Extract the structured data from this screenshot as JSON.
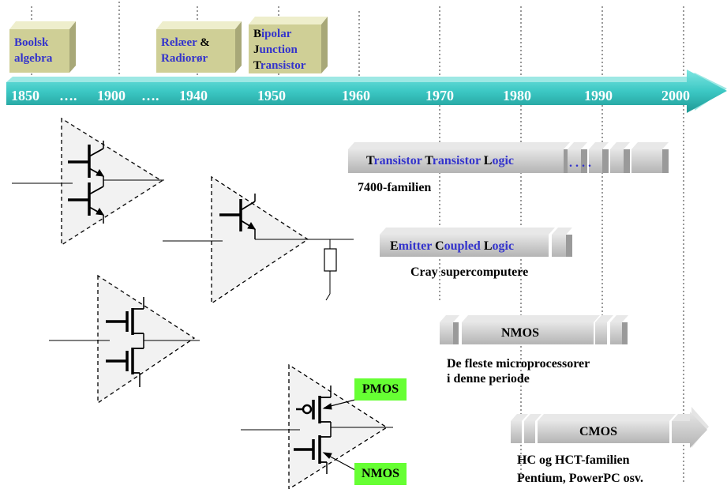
{
  "eras": [
    {
      "id": "boolean",
      "lines": [
        [
          [
            "Boolsk",
            "b"
          ]
        ],
        [
          [
            "algebra",
            "b"
          ]
        ]
      ]
    },
    {
      "id": "relay",
      "lines": [
        [
          [
            "Relæer",
            "b"
          ],
          [
            " &",
            "k"
          ]
        ],
        [
          [
            "Radiorør",
            "b"
          ]
        ]
      ]
    },
    {
      "id": "bjt",
      "lines": [
        [
          [
            "B",
            "k"
          ],
          [
            "ipolar",
            "b"
          ]
        ],
        [
          [
            "J",
            "k"
          ],
          [
            "unction",
            "b"
          ]
        ],
        [
          [
            "T",
            "k"
          ],
          [
            "ransistor",
            "b"
          ]
        ]
      ]
    }
  ],
  "years": [
    "1850",
    "….",
    "1900",
    "….",
    "1940",
    "1950",
    "1960",
    "1970",
    "1980",
    "1990",
    "2000"
  ],
  "bars": {
    "ttl": {
      "parts": [
        [
          "T",
          "k"
        ],
        [
          "ransistor ",
          "b"
        ],
        [
          "T",
          "k"
        ],
        [
          "ransistor ",
          "b"
        ],
        [
          "L",
          "k"
        ],
        [
          "ogic",
          "b"
        ]
      ],
      "dots": ".    .    .    ."
    },
    "ecl": {
      "parts": [
        [
          "E",
          "k"
        ],
        [
          "mitter ",
          "b"
        ],
        [
          "C",
          "k"
        ],
        [
          "oupled ",
          "b"
        ],
        [
          "L",
          "k"
        ],
        [
          "ogic",
          "b"
        ]
      ]
    },
    "nmos": "NMOS",
    "cmos": "CMOS"
  },
  "captions": {
    "ttl": "7400-familien",
    "ecl": "Cray supercomputere",
    "nmos_1": "De fleste microprocessorer",
    "nmos_2": "i denne periode",
    "cmos_1": "HC og HCT-familien",
    "cmos_2": "Pentium, PowerPC osv."
  },
  "tags": {
    "pmos": "PMOS",
    "nmos": "NMOS"
  },
  "colors": {
    "timeline": "#3cc8c4",
    "era_box": "#cfcf96",
    "bar": "#c8c8c8",
    "year_text": "#ffffff",
    "blue_text": "#3333cc",
    "tag_green": "#66ff33",
    "gate_fill": "#f2f2f2"
  }
}
